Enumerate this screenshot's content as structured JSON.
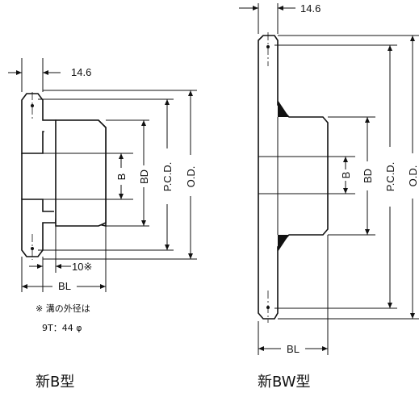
{
  "labels": {
    "left_width": "14.6",
    "left_b": "B",
    "left_bd": "BD",
    "left_pcd": "P.C.D.",
    "left_od": "O.D.",
    "left_groove": "10※",
    "left_bl": "BL",
    "note_line1": "※ 溝の外径は",
    "note_line2": "9T：44 φ",
    "right_width": "14.6",
    "right_b": "B",
    "right_bd": "BD",
    "right_pcd": "P.C.D.",
    "right_od": "O.D.",
    "right_bl": "BL",
    "title_left": "新B型",
    "title_right": "新BW型"
  },
  "colors": {
    "line": "#111111",
    "background": "#ffffff"
  }
}
